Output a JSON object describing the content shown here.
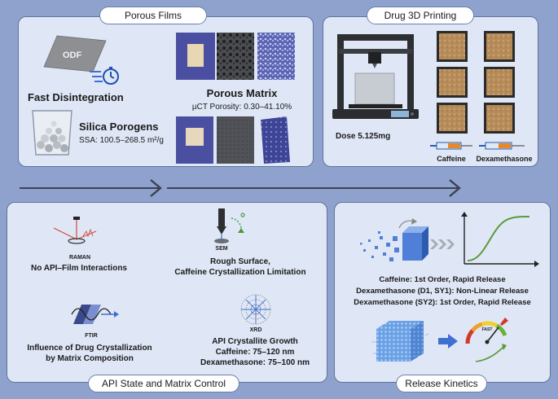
{
  "panels": {
    "porous_films": {
      "title": "Porous Films",
      "odf_label": "ODF",
      "fast_disintegration": "Fast Disintegration",
      "silica_porogens": "Silica Porogens",
      "ssa": "SSA: 100.5–268.5 m²/g",
      "porous_matrix": "Porous Matrix",
      "uct_porosity": "µCT Porosity: 0.30–41.10%"
    },
    "drug_3d_printing": {
      "title": "Drug 3D Printing",
      "dose": "Dose 5.125mg",
      "caffeine": "Caffeine",
      "dexamethasone": "Dexamethasone"
    },
    "api_state": {
      "title": "API State and Matrix Control",
      "raman_label": "RAMAN",
      "raman_text": "No API–Film Interactions",
      "sem_label": "SEM",
      "sem_text_1": "Rough Surface,",
      "sem_text_2": "Caffeine Crystallization Limitation",
      "ftir_label": "FTIR",
      "ftir_text_1": "Influence of Drug Crystallization",
      "ftir_text_2": "by Matrix Composition",
      "xrd_label": "XRD",
      "xrd_text_1": "API Crystallite Growth",
      "xrd_text_2": "Caffeine: 75–120 nm",
      "xrd_text_3": "Dexamethasone: 75–100 nm"
    },
    "release": {
      "title": "Release Kinetics",
      "line1": "Caffeine: 1st Order, Rapid Release",
      "line2": "Dexamethasone (D1, SY1): Non-Linear Release",
      "line3": "Dexamethasone (SY2): 1st Order, Rapid Release",
      "gauge_label": "FAST"
    }
  },
  "colors": {
    "background": "#8fa2cd",
    "panel": "#dfe7f6",
    "border": "#5f739f",
    "blue_accent": "#3f6fd1",
    "film_brown": "#b58a5a",
    "curve_green": "#5a9a3a"
  }
}
